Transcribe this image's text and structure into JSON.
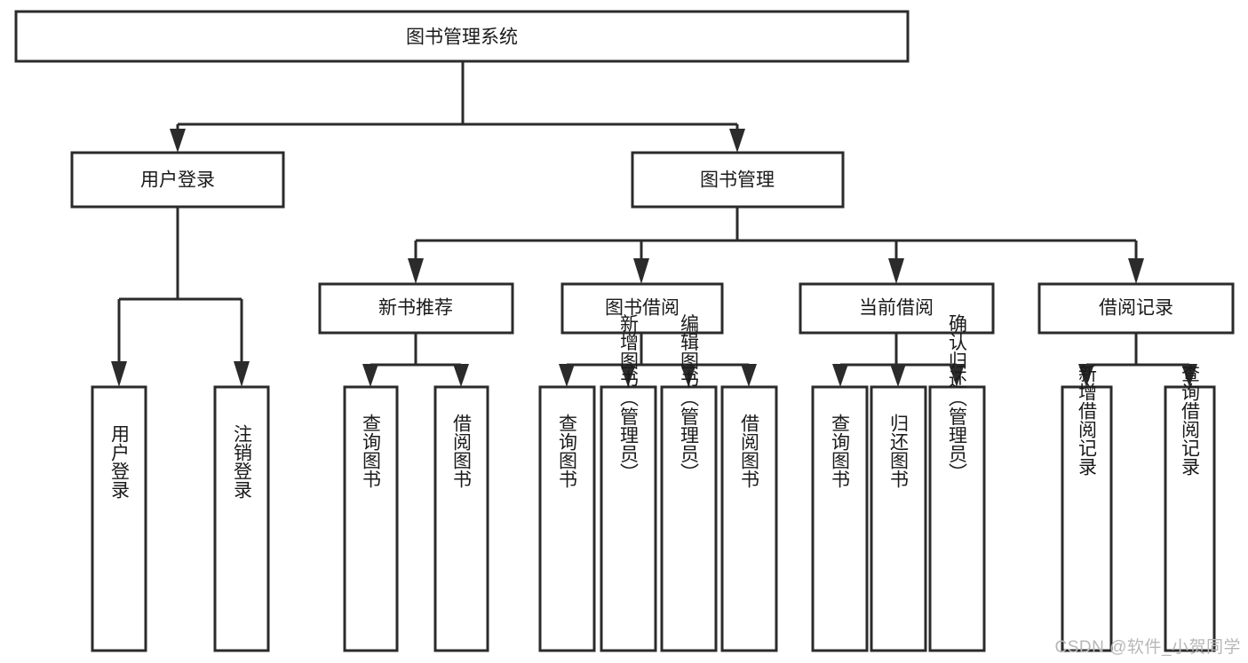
{
  "diagram": {
    "title": "图书管理系统",
    "type": "tree-hierarchy-diagram",
    "colors": {
      "background": "#ffffff",
      "box_stroke": "#2b2b2b",
      "box_fill": "#ffffff",
      "text": "#1a1a1a",
      "watermark": "#b8b8b8"
    },
    "root": {
      "label": "图书管理系统"
    },
    "level2": [
      {
        "label": "用户登录"
      },
      {
        "label": "图书管理"
      }
    ],
    "level3": [
      {
        "label": "新书推荐"
      },
      {
        "label": "图书借阅"
      },
      {
        "label": "当前借阅"
      },
      {
        "label": "借阅记录"
      }
    ],
    "leaves_user_login": [
      {
        "label": "用户登录"
      },
      {
        "label": "注销登录"
      }
    ],
    "leaves_new_book": [
      {
        "label": "查询图书"
      },
      {
        "label": "借阅图书"
      }
    ],
    "leaves_borrow": [
      {
        "label": "查询图书"
      },
      {
        "label": "新增图书（管理员）"
      },
      {
        "label": "编辑图书（管理员）"
      },
      {
        "label": "借阅图书"
      }
    ],
    "leaves_current": [
      {
        "label": "查询图书"
      },
      {
        "label": "归还图书"
      },
      {
        "label": "确认归还（管理员）"
      }
    ],
    "leaves_records": [
      {
        "label": "新增借阅记录"
      },
      {
        "label": "查询借阅记录"
      }
    ]
  },
  "watermark": {
    "text": "CSDN @软件_小贺同学"
  }
}
